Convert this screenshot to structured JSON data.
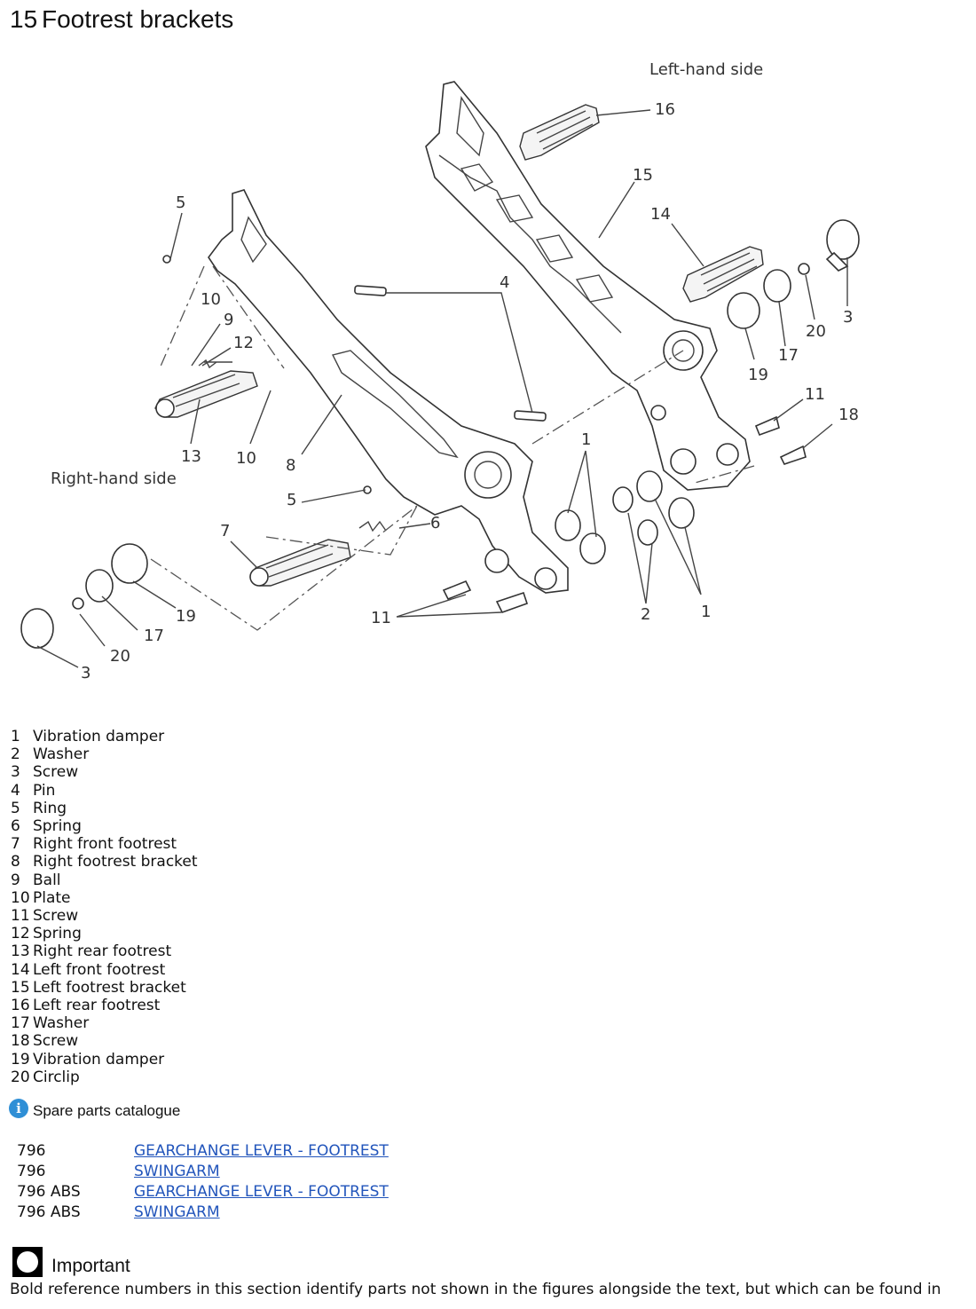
{
  "header": {
    "number": "15",
    "title": "Footrest brackets"
  },
  "figure": {
    "caption_left_hand": "Left-hand side",
    "caption_right_hand": "Right-hand side",
    "callouts": [
      "1",
      "2",
      "3",
      "4",
      "5",
      "6",
      "7",
      "8",
      "9",
      "10",
      "11",
      "12",
      "13",
      "14",
      "15",
      "16",
      "17",
      "18",
      "19",
      "20"
    ]
  },
  "legend": [
    {
      "num": "1",
      "text": "Vibration damper"
    },
    {
      "num": "2",
      "text": "Washer"
    },
    {
      "num": "3",
      "text": "Screw"
    },
    {
      "num": "4",
      "text": "Pin"
    },
    {
      "num": "5",
      "text": "Ring"
    },
    {
      "num": "6",
      "text": "Spring"
    },
    {
      "num": "7",
      "text": "Right front footrest"
    },
    {
      "num": "8",
      "text": "Right footrest bracket"
    },
    {
      "num": "9",
      "text": "Ball"
    },
    {
      "num": "10",
      "text": "Plate"
    },
    {
      "num": "11",
      "text": "Screw"
    },
    {
      "num": "12",
      "text": "Spring"
    },
    {
      "num": "13",
      "text": "Right rear footrest"
    },
    {
      "num": "14",
      "text": "Left front footrest"
    },
    {
      "num": "15",
      "text": "Left footrest bracket"
    },
    {
      "num": "16",
      "text": "Left rear footrest"
    },
    {
      "num": "17",
      "text": "Washer"
    },
    {
      "num": "18",
      "text": "Screw"
    },
    {
      "num": "19",
      "text": "Vibration damper"
    },
    {
      "num": "20",
      "text": "Circlip"
    }
  ],
  "catalogue": {
    "icon": "info-icon",
    "title": "Spare parts catalogue",
    "rows": [
      {
        "model": "796",
        "link": "GEARCHANGE LEVER - FOOTREST"
      },
      {
        "model": "796",
        "link": "SWINGARM"
      },
      {
        "model": "796 ABS",
        "link": "GEARCHANGE LEVER - FOOTREST"
      },
      {
        "model": "796 ABS",
        "link": "SWINGARM"
      }
    ]
  },
  "important": {
    "icon": "important-icon",
    "title": "Important",
    "text": "Bold reference numbers in this section identify parts not shown in the figures alongside the text, but which can be found in"
  }
}
